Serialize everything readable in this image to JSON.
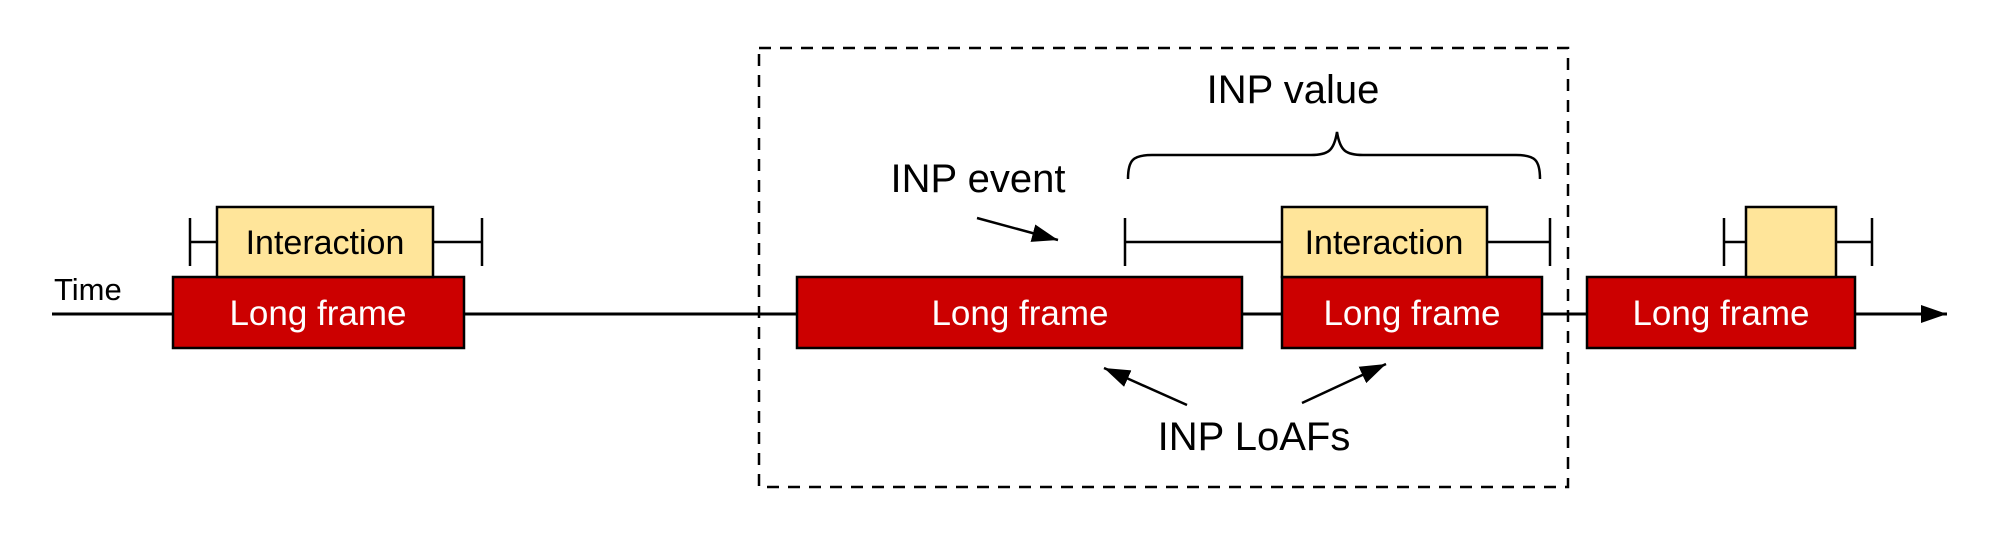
{
  "colors": {
    "long_frame_fill": "#cc0000",
    "interaction_fill": "#ffe59a",
    "long_frame_text": "#ffffff",
    "interaction_text": "#000000",
    "line": "#000000",
    "background": "#ffffff"
  },
  "timeline": {
    "label": "Time"
  },
  "long_frames": [
    {
      "label": "Long frame"
    },
    {
      "label": "Long frame"
    },
    {
      "label": "Long frame"
    },
    {
      "label": "Long frame"
    }
  ],
  "interactions": [
    {
      "label": "Interaction"
    },
    {
      "label": "Interaction"
    },
    {
      "label": ""
    }
  ],
  "annotations": {
    "inp_event": "INP event",
    "inp_value": "INP value",
    "inp_loafs": "INP LoAFs"
  }
}
